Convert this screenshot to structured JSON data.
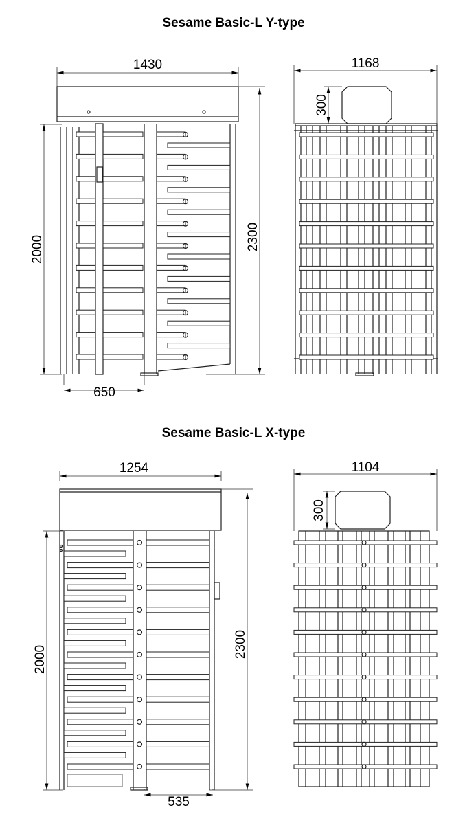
{
  "drawings": [
    {
      "title": "Sesame Basic-L Y-type",
      "front": {
        "width_label": "1430",
        "height_label": "2000",
        "total_height_label": "2300",
        "passage_label": "650"
      },
      "side": {
        "width_label": "1168",
        "head_label": "300"
      }
    },
    {
      "title": "Sesame Basic-L X-type",
      "front": {
        "width_label": "1254",
        "height_label": "2000",
        "total_height_label": "2300",
        "passage_label": "535"
      },
      "side": {
        "width_label": "1104",
        "head_label": "300"
      }
    }
  ]
}
